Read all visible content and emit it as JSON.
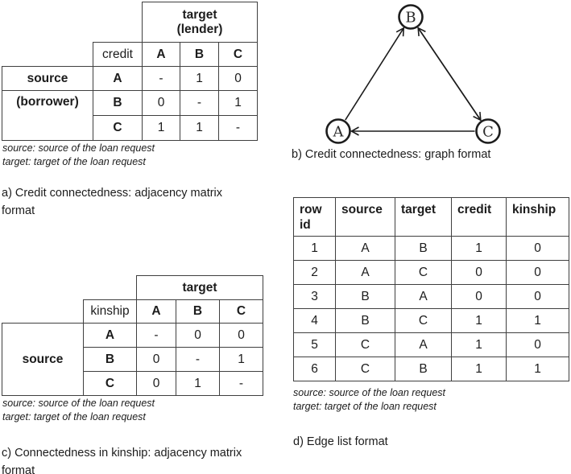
{
  "panel_a": {
    "matrix": {
      "top_header": "target\n(lender)",
      "corner_label": "credit",
      "col_headers": [
        "A",
        "B",
        "C"
      ],
      "row_headers": [
        "A",
        "B",
        "C"
      ],
      "side_labels": [
        "source",
        "(borrower)"
      ],
      "cells": [
        [
          "-",
          "1",
          "0"
        ],
        [
          "0",
          "-",
          "1"
        ],
        [
          "1",
          "1",
          "-"
        ]
      ]
    },
    "footnotes": [
      "source: source of the loan request",
      "target: target of the loan request"
    ],
    "caption": "a) Credit connectedness: adjacency matrix\nformat"
  },
  "panel_b": {
    "graph": {
      "nodes": [
        "A",
        "B",
        "C"
      ],
      "edges": [
        {
          "from": "A",
          "to": "B"
        },
        {
          "from": "B",
          "to": "C"
        },
        {
          "from": "C",
          "to": "B"
        },
        {
          "from": "C",
          "to": "A"
        }
      ]
    },
    "caption": "b) Credit connectedness: graph format"
  },
  "panel_c": {
    "matrix": {
      "top_header": "target",
      "corner_label": "kinship",
      "col_headers": [
        "A",
        "B",
        "C"
      ],
      "row_headers": [
        "A",
        "B",
        "C"
      ],
      "side_labels": [
        "source"
      ],
      "cells": [
        [
          "-",
          "0",
          "0"
        ],
        [
          "0",
          "-",
          "1"
        ],
        [
          "0",
          "1",
          "-"
        ]
      ]
    },
    "footnotes": [
      "source: source of the loan request",
      "target: target of the loan request"
    ],
    "caption": "c) Connectedness in kinship: adjacency matrix\nformat"
  },
  "panel_d": {
    "edge_list": {
      "headers": [
        "row\nid",
        "source",
        "target",
        "credit",
        "kinship"
      ],
      "rows": [
        [
          "1",
          "A",
          "B",
          "1",
          "0"
        ],
        [
          "2",
          "A",
          "C",
          "0",
          "0"
        ],
        [
          "3",
          "B",
          "A",
          "0",
          "0"
        ],
        [
          "4",
          "B",
          "C",
          "1",
          "1"
        ],
        [
          "5",
          "C",
          "A",
          "1",
          "0"
        ],
        [
          "6",
          "C",
          "B",
          "1",
          "1"
        ]
      ]
    },
    "footnotes": [
      "source: source of the loan request",
      "target: target of the loan request"
    ],
    "caption": "d) Edge list format"
  },
  "colors": {
    "text": "#1c1c1c",
    "border": "#3f3f3f",
    "background": "#ffffff"
  }
}
